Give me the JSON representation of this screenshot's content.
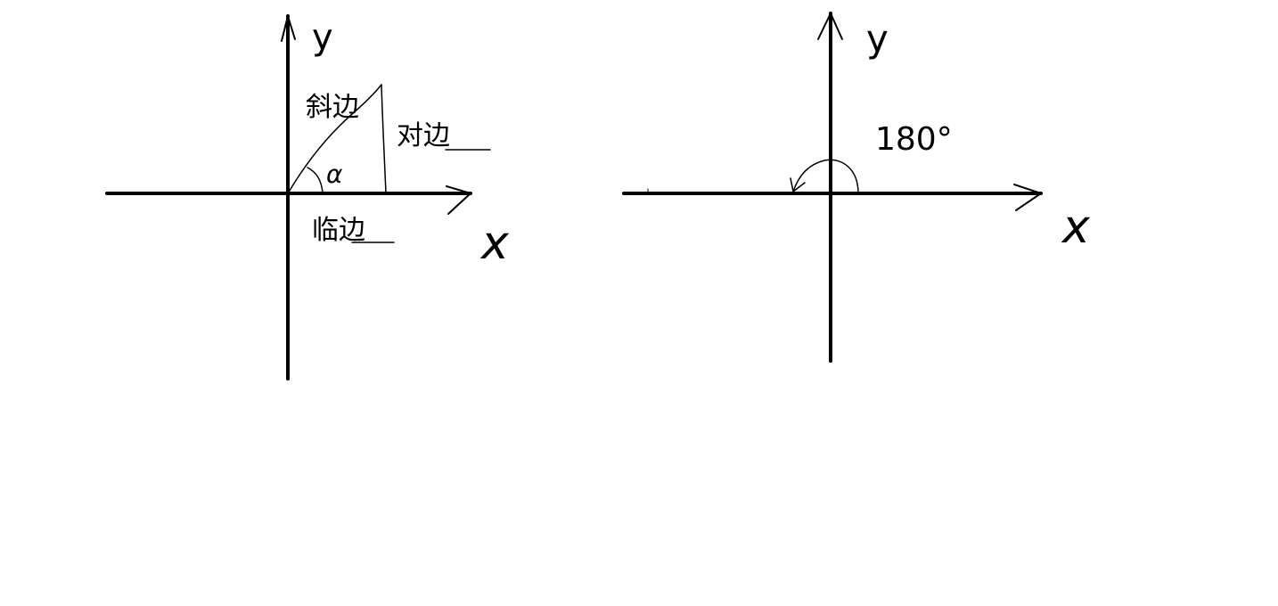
{
  "colors": {
    "ink": "#000000",
    "background": "#ffffff"
  },
  "left_diagram": {
    "y_label": "y",
    "x_label": "x",
    "hypotenuse_label": "斜边",
    "opposite_label": "对边",
    "adjacent_label": "临边",
    "angle_label": "α"
  },
  "right_diagram": {
    "y_label": "y",
    "x_label": "x",
    "angle_label": "180°"
  }
}
